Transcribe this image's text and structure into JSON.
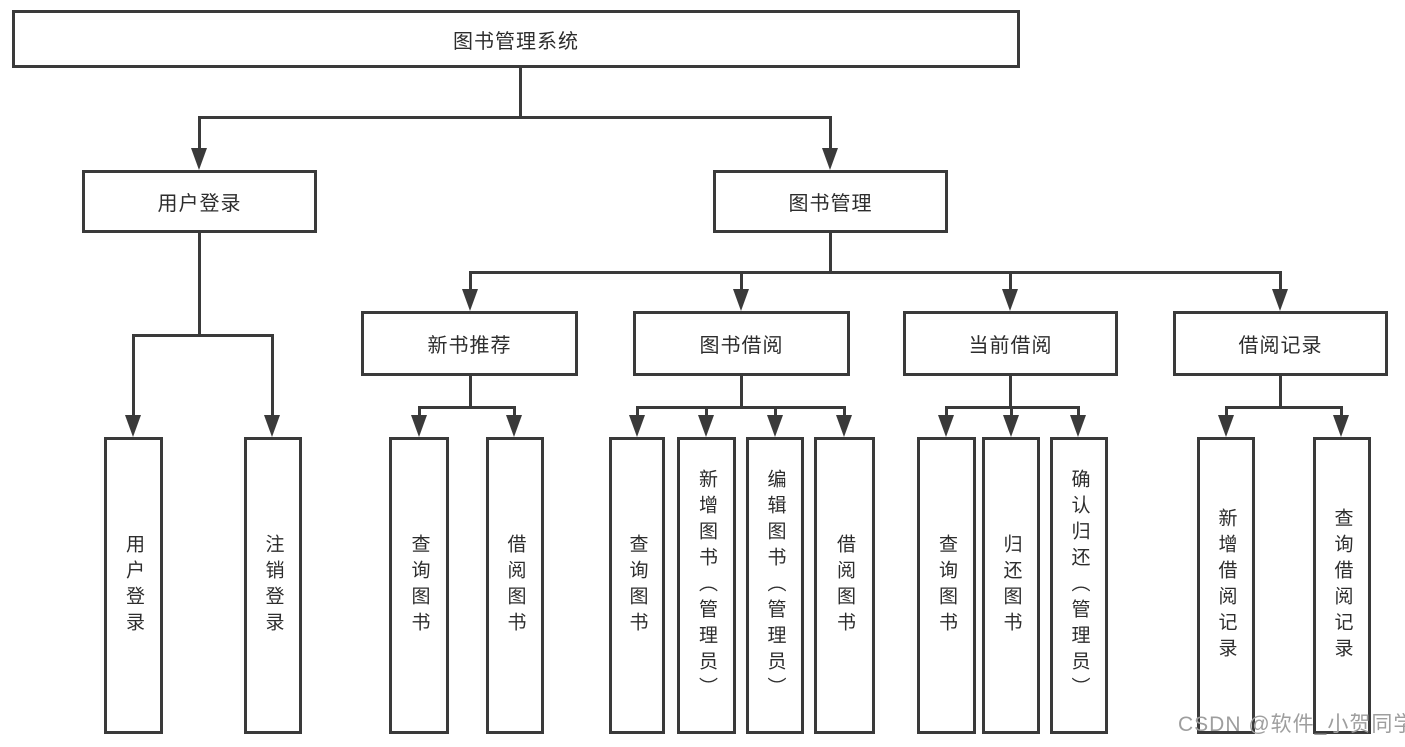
{
  "diagram": {
    "title": "图书管理系统",
    "nodes": {
      "root": "图书管理系统",
      "level2": [
        "用户登录",
        "图书管理"
      ],
      "level3": [
        "新书推荐",
        "图书借阅",
        "当前借阅",
        "借阅记录"
      ],
      "leaves": [
        "用户登录",
        "注销登录",
        "查询图书",
        "借阅图书",
        "查询图书",
        "新增图书（管理员）",
        "编辑图书（管理员）",
        "借阅图书",
        "查询图书",
        "归还图书",
        "确认归还（管理员）",
        "新增借阅记录",
        "查询借阅记录"
      ]
    }
  },
  "watermark": "CSDN @软件_小贺同学",
  "colors": {
    "line": "#3a3a3a",
    "text": "#2d2d2d",
    "watermark": "#9e9e9e",
    "background": "#ffffff"
  }
}
